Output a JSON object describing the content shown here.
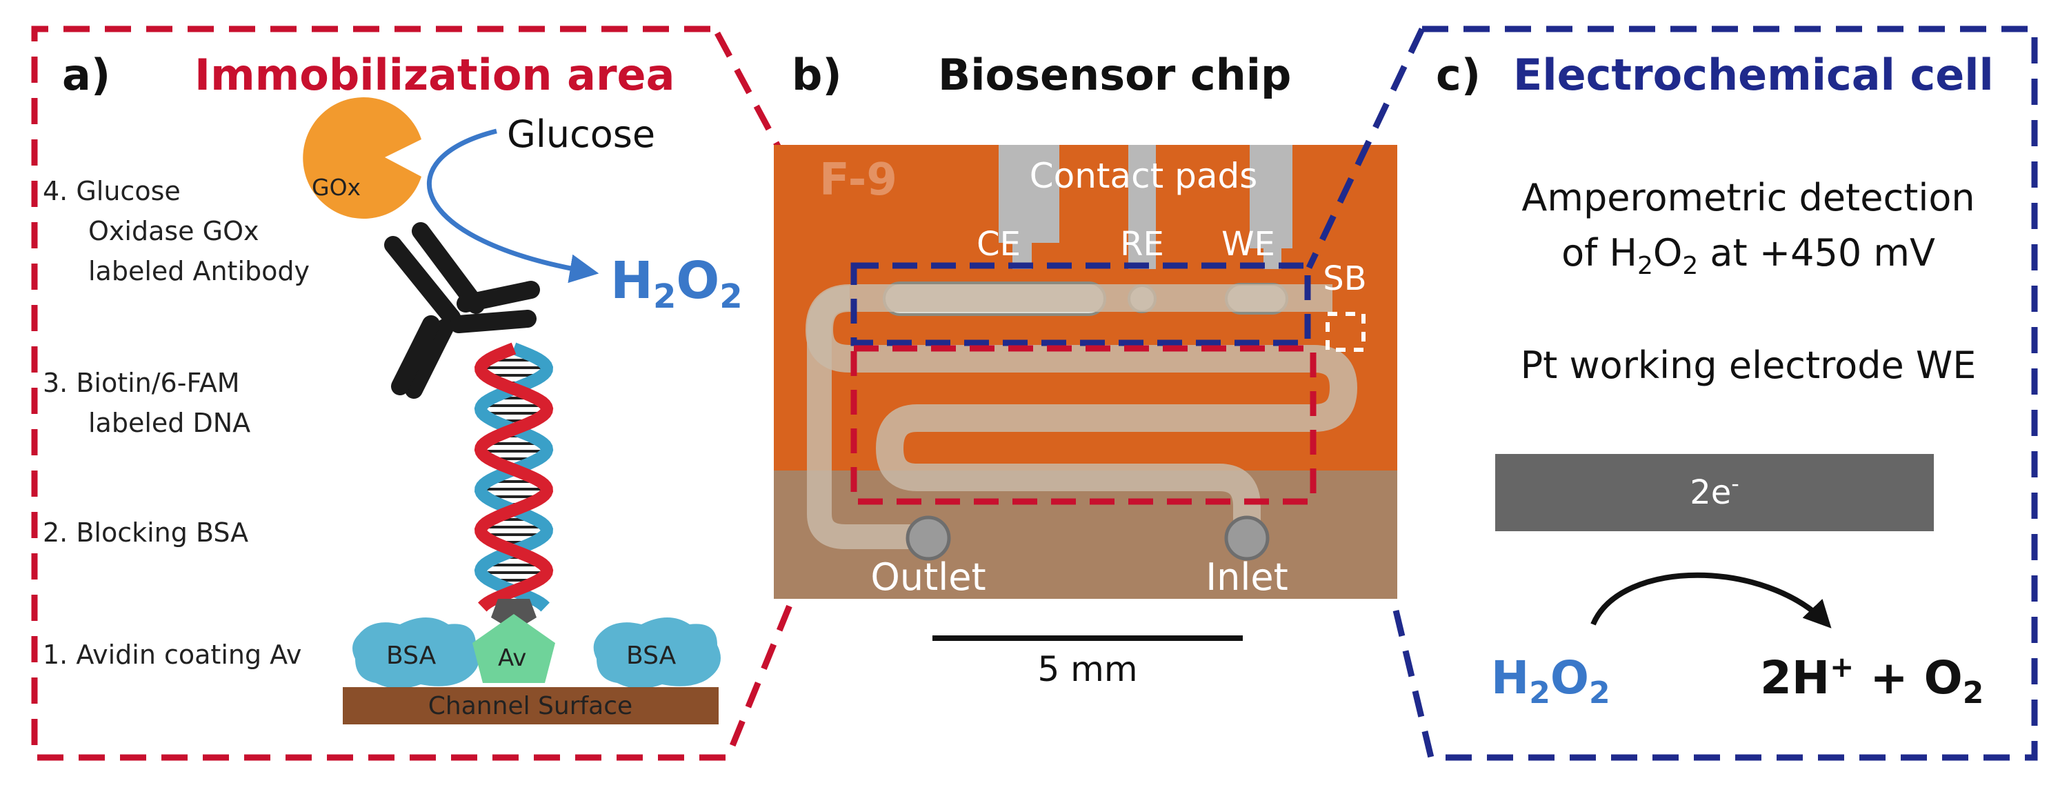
{
  "panel_a": {
    "letter": "a)",
    "title": "Immobilization area",
    "steps": {
      "s4": [
        "4. Glucose",
        "Oxidase GOx",
        "labeled Antibody"
      ],
      "s3": [
        "3. Biotin/6-FAM",
        "labeled DNA"
      ],
      "s2": "2. Blocking BSA",
      "s1": "1. Avidin coating Av"
    },
    "gox_label": "GOx",
    "glucose_label": "Glucose",
    "product_main": "H",
    "product_sub1": "2",
    "product_mid": "O",
    "product_sub2": "2",
    "bsa_left": "BSA",
    "bsa_right": "BSA",
    "avidin": "Av",
    "surface": "Channel Surface"
  },
  "panel_b": {
    "letter": "b)",
    "title": "Biosensor chip",
    "chip_id": "F-9",
    "contact_pads": "Contact pads",
    "ce": "CE",
    "re": "RE",
    "we": "WE",
    "sb": "SB",
    "outlet": "Outlet",
    "inlet": "Inlet",
    "scale_bar": "5 mm"
  },
  "panel_c": {
    "letter": "c)",
    "title": "Electrochemical cell",
    "detect_line1": "Amperometric detection",
    "detect_line2_a": "of H",
    "detect_line2_sub1": "2",
    "detect_line2_b": "O",
    "detect_line2_sub2": "2",
    "detect_line2_c": " at +450 mV",
    "electrode": "Pt working electrode WE",
    "electrons_main": "2e",
    "electrons_sup": "-",
    "reactant_a": "H",
    "reactant_sub1": "2",
    "reactant_b": "O",
    "reactant_sub2": "2",
    "products_a": "2H",
    "products_sup": "+",
    "products_b": " + O",
    "products_sub": "2"
  },
  "colors": {
    "red_frame": "#c8102e",
    "blue_frame": "#1f2a8c",
    "h2o2_blue": "#3a78c9",
    "chip_orange": "#d8631e",
    "gox_orange": "#f29a2e",
    "bsa_blue": "#5ab4d2",
    "avidin_green": "#6fd39a",
    "surface_brown": "#8a4f2a",
    "electrode_gray": "#666666"
  }
}
